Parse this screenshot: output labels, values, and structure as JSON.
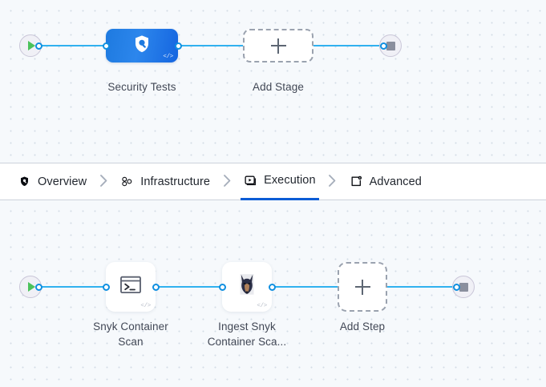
{
  "stage_graph": {
    "start_node": {
      "icon": "play-icon",
      "name": "start"
    },
    "end_node": {
      "icon": "stop-icon",
      "name": "end"
    },
    "nodes": [
      {
        "id": "security-tests",
        "label": "Security Tests",
        "icon": "shield-search-icon",
        "code_badge": "</>",
        "type": "stage"
      },
      {
        "id": "add-stage",
        "label": "Add Stage",
        "icon": "plus-icon",
        "type": "add"
      }
    ]
  },
  "tabs": {
    "items": [
      {
        "id": "overview",
        "label": "Overview",
        "icon": "shield-icon",
        "active": false
      },
      {
        "id": "infrastructure",
        "label": "Infrastructure",
        "icon": "nodes-icon",
        "active": false
      },
      {
        "id": "execution",
        "label": "Execution",
        "icon": "play-box-icon",
        "active": true
      },
      {
        "id": "advanced",
        "label": "Advanced",
        "icon": "frame-gear-icon",
        "active": false
      }
    ],
    "separator": "chevron-right-icon",
    "active_color": "#0b5cd5"
  },
  "step_graph": {
    "start_node": {
      "icon": "play-icon",
      "name": "start"
    },
    "end_node": {
      "icon": "stop-icon",
      "name": "end"
    },
    "nodes": [
      {
        "id": "snyk-container-scan",
        "label_line1": "Snyk Container",
        "label_line2": "Scan",
        "icon": "terminal-icon",
        "code_badge": "</>",
        "type": "step"
      },
      {
        "id": "ingest-snyk-container-scan",
        "label_line1": "Ingest Snyk",
        "label_line2": "Container Sca...",
        "icon": "defectdojo-doberman-icon",
        "code_badge": "</>",
        "type": "step"
      },
      {
        "id": "add-step",
        "label_line1": "Add Step",
        "icon": "plus-icon",
        "type": "add"
      }
    ]
  },
  "theme": {
    "edge_color": "#31b1ef",
    "canvas_bg": "#f6f9fc",
    "stage_node_color": "#1e7ae0"
  }
}
